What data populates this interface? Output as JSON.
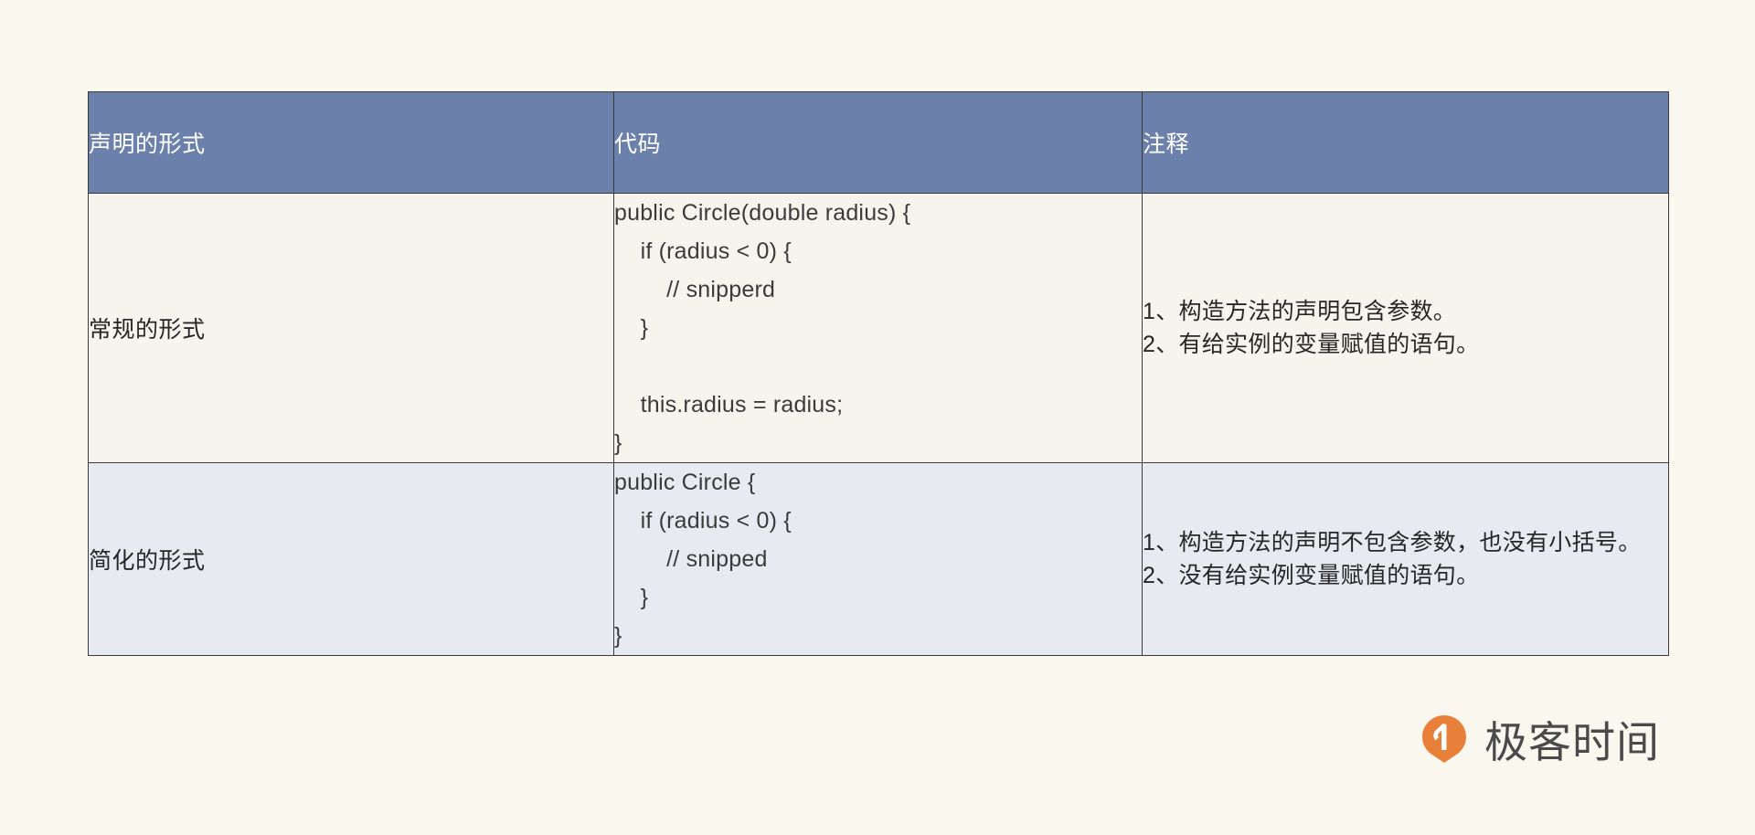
{
  "table": {
    "headers": [
      "声明的形式",
      "代码",
      "注释"
    ],
    "rows": [
      {
        "form": "常规的形式",
        "code": "public Circle(double radius) {\n    if (radius < 0) {\n        // snipperd\n    }\n\n    this.radius = radius;\n}",
        "notes": [
          "1、构造方法的声明包含参数。",
          "2、有给实例的变量赋值的语句。"
        ]
      },
      {
        "form": "简化的形式",
        "code": "public Circle {\n    if (radius < 0) {\n        // snipped\n    }\n}",
        "notes": [
          "1、构造方法的声明不包含参数，也没有小括号。",
          "2、没有给实例变量赋值的语句。"
        ]
      }
    ]
  },
  "watermark": {
    "brand": "极客时间",
    "mark_icon": "geektime-pin-logo-icon",
    "mark_color": "#e8803a"
  },
  "colors": {
    "page_background": "#faf7ef",
    "header_background": "#6b80ab",
    "header_text": "#ffffff",
    "row_normal_background": "#f7f4ed",
    "row_simple_background": "#e8eaf1",
    "border": "#3a3a3a",
    "body_text": "#262626",
    "code_text": "#3b3b3b"
  }
}
